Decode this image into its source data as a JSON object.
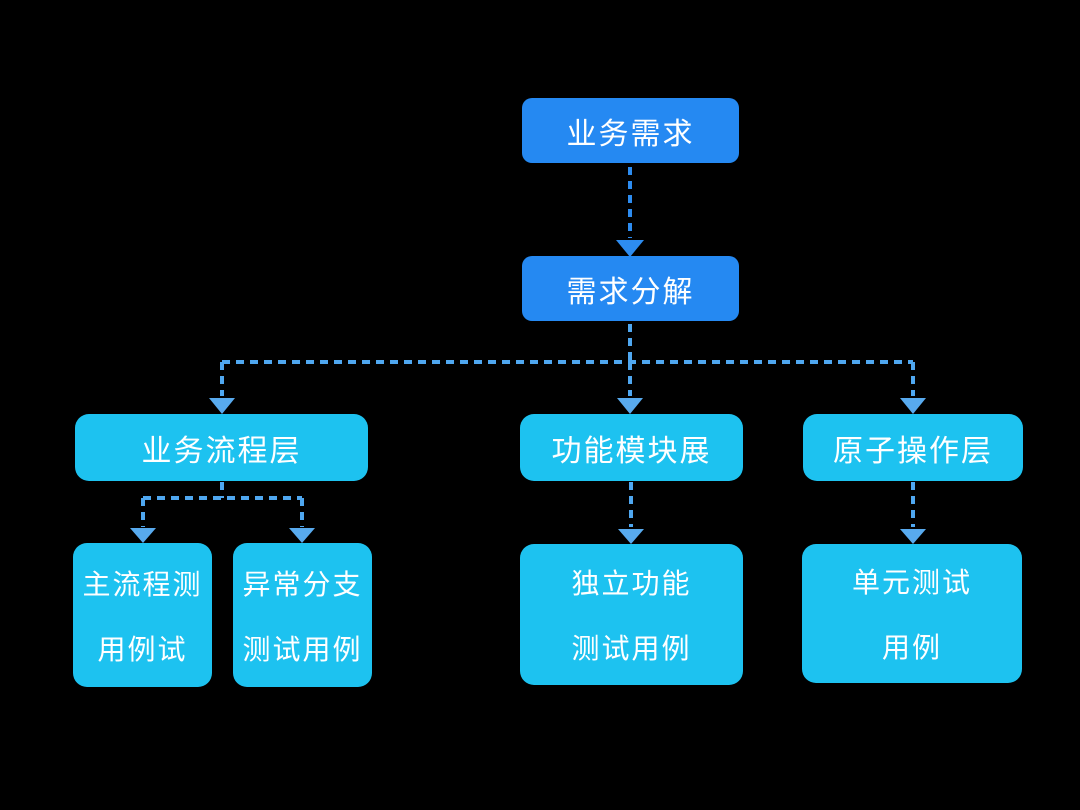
{
  "colors": {
    "background": "#000000",
    "box_blue": "#2589F2",
    "box_cyan": "#1DC2F0",
    "connector_blue": "#2D8CF0",
    "connector_light": "#4FA7F0",
    "arrowhead_light": "#58AAEE",
    "text": "#FFFFFF"
  },
  "nodes": {
    "business_requirement": {
      "label": "业务需求"
    },
    "requirement_decomposition": {
      "label": "需求分解"
    },
    "business_process_layer": {
      "label": "业务流程层"
    },
    "function_module_layer": {
      "label": "功能模块展"
    },
    "atomic_operation_layer": {
      "label": "原子操作层"
    },
    "main_flow_test_case": {
      "line1": "主流程测",
      "line2": "用例试"
    },
    "exception_branch_test_case": {
      "line1": "异常分支",
      "line2": "测试用例"
    },
    "independent_function_test_case": {
      "line1": "独立功能",
      "line2": "测试用例"
    },
    "unit_test_case": {
      "line1": "单元测试",
      "line2": "用例"
    }
  }
}
